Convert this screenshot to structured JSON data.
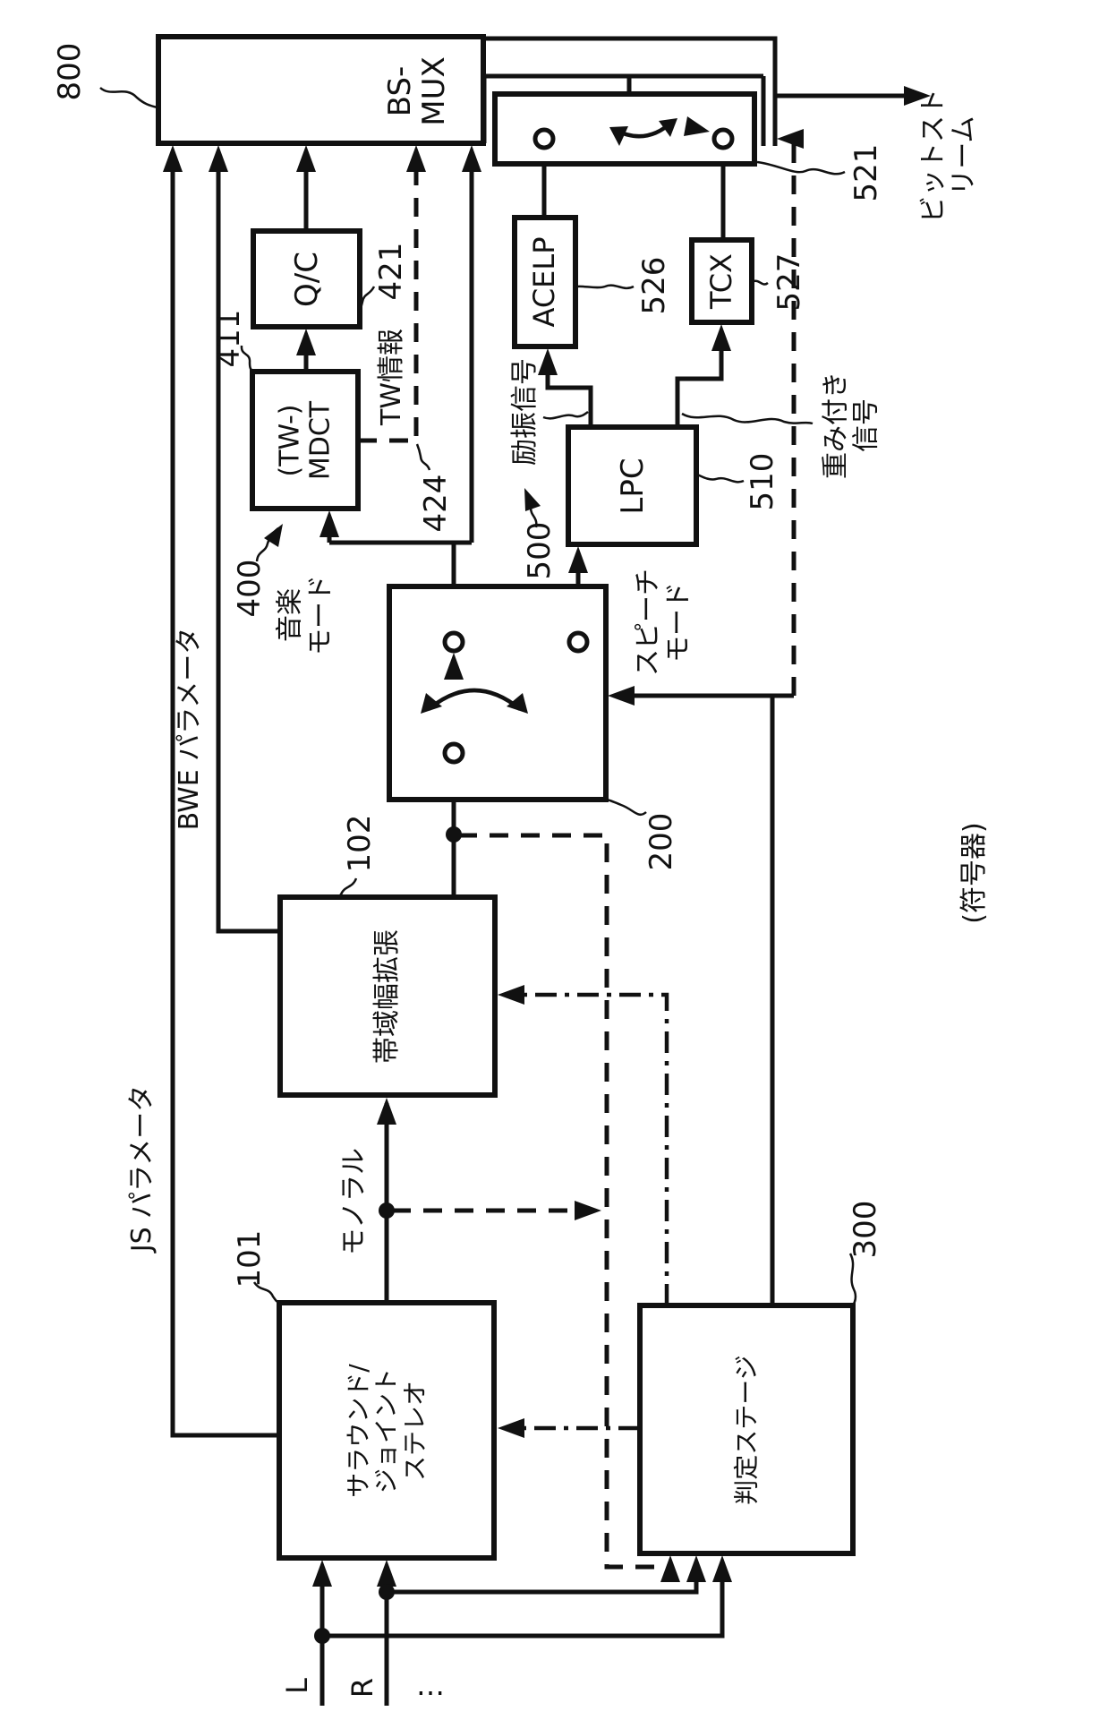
{
  "colors": {
    "ink": "#111111",
    "background": "#ffffff"
  },
  "caption": {
    "encoder": "(符号器)"
  },
  "output": {
    "bitstream": "ビットストリーム"
  },
  "inputs": {
    "left": "L",
    "right": "R",
    "more": "…"
  },
  "blocks": {
    "bs_mux": {
      "label": "BS-\nMUX",
      "ref": "800"
    },
    "qc": {
      "label": "Q/C",
      "ref": "421"
    },
    "tw_mdct": {
      "label": "(TW-)\nMDCT",
      "ref": "411"
    },
    "acelp": {
      "label": "ACELP",
      "ref": "526"
    },
    "tcx": {
      "label": "TCX",
      "ref": "527"
    },
    "lpc": {
      "label": "LPC",
      "ref": "510"
    },
    "bandwidth_extension": {
      "label": "帯域幅拡張",
      "ref": "102"
    },
    "surround_joint_stereo": {
      "label": "サラウンド/\nジョイント\nステレオ",
      "ref": "101"
    },
    "decision_stage": {
      "label": "判定ステージ",
      "ref": "300"
    },
    "switch_mode": {
      "ref": "200"
    },
    "switch_codec": {
      "ref": "521"
    },
    "music_branch": {
      "ref": "400"
    },
    "speech_branch": {
      "ref": "500"
    },
    "tw_info_line": {
      "ref": "424"
    }
  },
  "signals": {
    "js_params": "JS パラメータ",
    "bwe_params": "BWE パラメータ",
    "mono": "モノラル",
    "tw_info": "TW情報",
    "music_mode": "音楽\nモード",
    "speech_mode": "スピーチ\nモード",
    "excitation": "励振信号",
    "weighted": "重み付き\n信号"
  }
}
